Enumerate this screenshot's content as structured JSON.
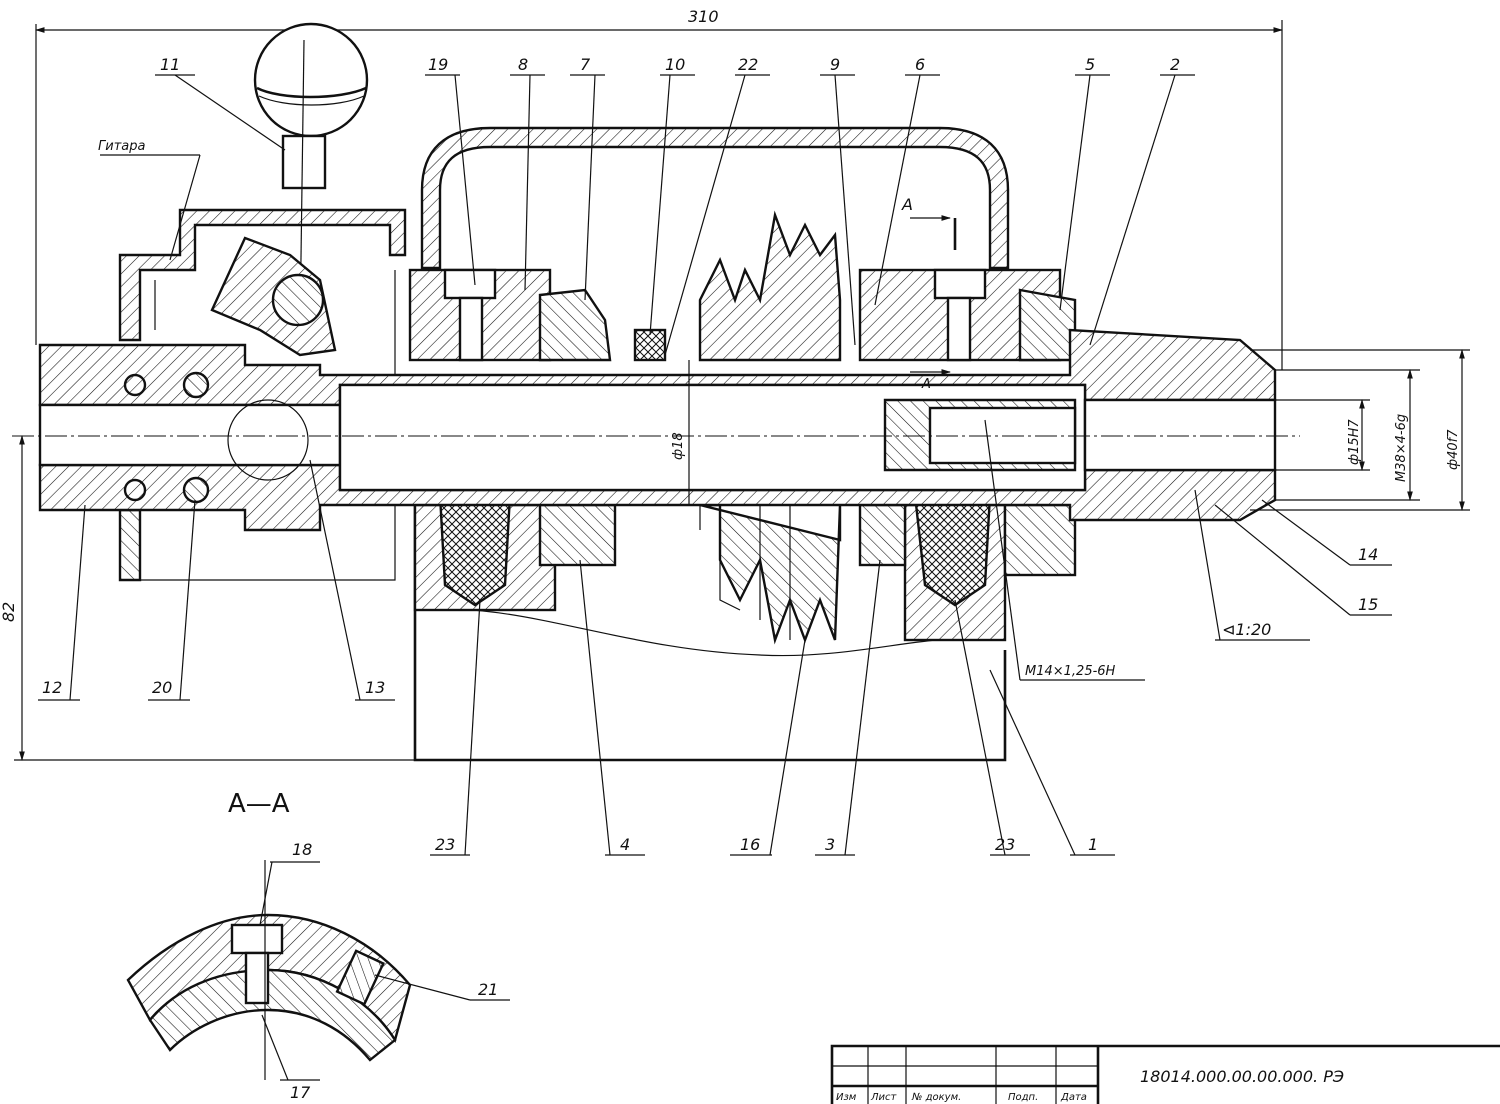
{
  "drawing": {
    "dim_total_length": "310",
    "dim_height": "82",
    "dim_bore": "ф18",
    "dim_d15": "ф15H7",
    "dim_thread": "M38×4-6g",
    "dim_d40": "ф40f7",
    "dim_thread_small": "M14×1,25-6H",
    "taper": "⊲1:20",
    "guitar_label": "Гитара",
    "section_mark": "А",
    "section_title": "А—А"
  },
  "callouts": {
    "c11": "11",
    "c19": "19",
    "c8": "8",
    "c7": "7",
    "c10": "10",
    "c22": "22",
    "c9": "9",
    "c6": "6",
    "c5": "5",
    "c2": "2",
    "c14": "14",
    "c15": "15",
    "c12": "12",
    "c20": "20",
    "c13": "13",
    "c23a": "23",
    "c4": "4",
    "c16": "16",
    "c3": "3",
    "c23b": "23",
    "c1": "1",
    "c18": "18",
    "c21": "21",
    "c17": "17"
  },
  "title_block": {
    "document_code": "18014.000.00.00.000. РЭ",
    "col_change": "Изм",
    "col_sheet": "Лист",
    "col_doc_no": "№ докум.",
    "col_sign": "Подп.",
    "col_date": "Дата"
  }
}
